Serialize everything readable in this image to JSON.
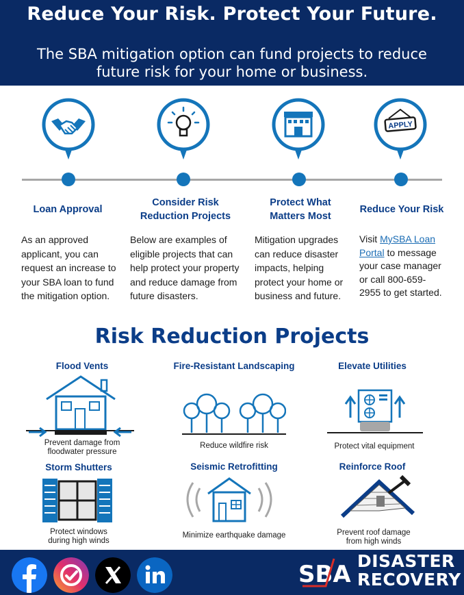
{
  "header": {
    "title": "Reduce Your Risk. Protect Your Future.",
    "subtitle": "The SBA mitigation option can fund projects to reduce future risk for your home or business."
  },
  "steps": [
    {
      "icon": "handshake-icon",
      "title": "Loan Approval",
      "text": "As an approved applicant, you can request an increase to your SBA loan to fund the mitigation option."
    },
    {
      "icon": "lightbulb-icon",
      "title": "Consider Risk Reduction Projects",
      "text": "Below are examples of eligible projects that can help protect your property and reduce damage from future disasters."
    },
    {
      "icon": "building-icon",
      "title": "Protect What Matters Most",
      "text": "Mitigation upgrades can reduce disaster impacts, helping protect your home or business and future."
    },
    {
      "icon": "apply-sign-icon",
      "title": "Reduce Your Risk",
      "text_before": "Visit ",
      "link": "MySBA Loan Portal",
      "text_after": " to message your case manager or call 800-659-2955 to get started.",
      "apply_label": "APPLY"
    }
  ],
  "projects_title": "Risk Reduction Projects",
  "projects": [
    {
      "title": "Flood Vents",
      "caption": "Prevent damage from floodwater pressure",
      "icon": "flood-vent-house-icon"
    },
    {
      "title": "Fire-Resistant Landscaping",
      "caption": "Reduce wildfire risk",
      "icon": "trees-icon"
    },
    {
      "title": "Elevate Utilities",
      "caption": "Protect vital equipment",
      "icon": "elevated-hvac-icon"
    },
    {
      "title": "Storm Shutters",
      "caption": "Protect windows during high winds",
      "icon": "shutters-icon"
    },
    {
      "title": "Seismic Retrofitting",
      "caption": "Minimize earthquake damage",
      "icon": "shaking-house-icon"
    },
    {
      "title": "Reinforce Roof",
      "caption": "Prevent roof damage from high winds",
      "icon": "roof-hammer-icon"
    }
  ],
  "footer": {
    "social": [
      "facebook-icon",
      "instagram-icon",
      "x-icon",
      "linkedin-icon"
    ],
    "logo_text": "SBA",
    "brand_line1": "DISASTER",
    "brand_line2": "RECOVERY"
  },
  "colors": {
    "navy": "#0a2a64",
    "heading_blue": "#0b3d88",
    "accent_blue": "#1475ba",
    "link_blue": "#1a6cb4"
  }
}
